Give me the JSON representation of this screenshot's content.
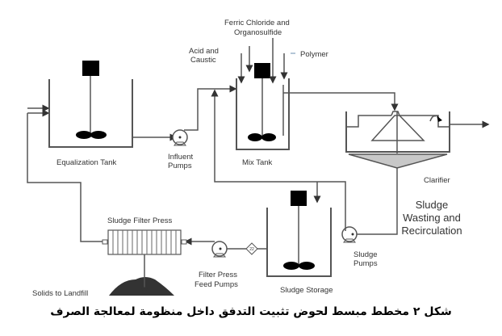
{
  "diagram": {
    "labels": {
      "equalization_tank": "Equalization Tank",
      "influent_pumps_1": "Influent",
      "influent_pumps_2": "Pumps",
      "mix_tank": "Mix Tank",
      "acid_caustic_1": "Acid and",
      "acid_caustic_2": "Caustic",
      "ferric_1": "Ferric Chloride and",
      "ferric_2": "Organosulfide",
      "polymer": "Polymer",
      "clarifier": "Clarifier",
      "sludge_wasting_1": "Sludge",
      "sludge_wasting_2": "Wasting and",
      "sludge_wasting_3": "Recirculation",
      "sludge_filter_press": "Sludge Filter Press",
      "solids_to_landfill": "Solids to Landfill",
      "filter_press_feed_1": "Filter Press",
      "filter_press_feed_2": "Feed Pumps",
      "sludge_storage": "Sludge Storage",
      "sludge_pumps_1": "Sludge",
      "sludge_pumps_2": "Pumps",
      "valve_tag": "22"
    },
    "colors": {
      "line": "#555555",
      "mixer": "#000000",
      "sludge_fill": "#c8c8c8",
      "landfill": "#333333"
    }
  },
  "caption": "شكل ٢ مخطط مبسط لحوض تثبيت التدفق داخل منظومة لمعالجة الصرف"
}
